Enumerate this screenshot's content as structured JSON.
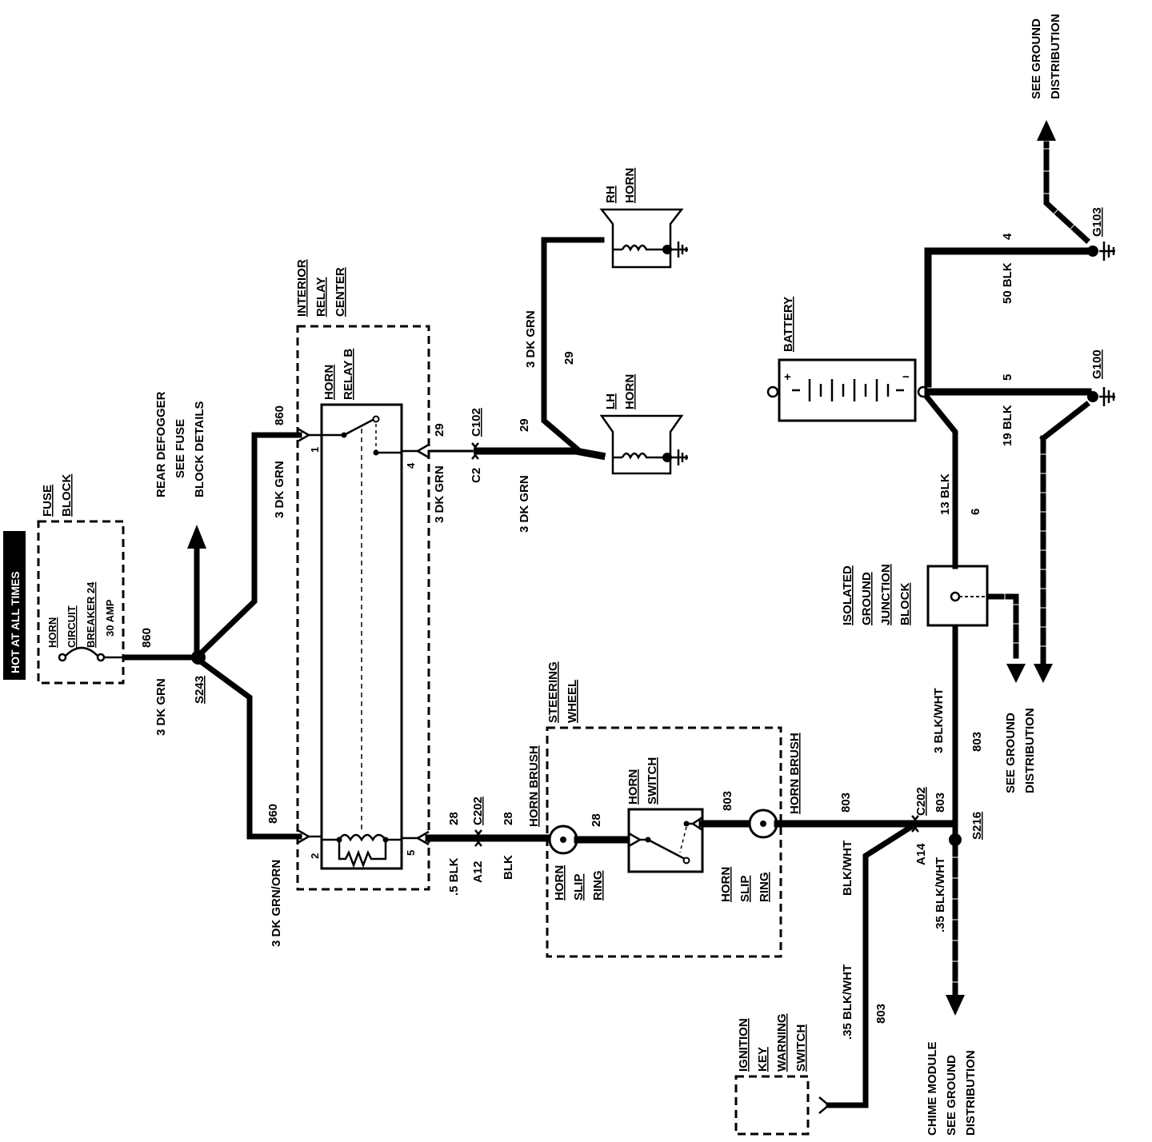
{
  "title": "HOT AT ALL TIMES",
  "fuse_block": {
    "label": [
      "FUSE",
      "BLOCK"
    ],
    "breaker": [
      "HORN",
      "CIRCUIT",
      "BREAKER 24"
    ],
    "rating": "30 AMP"
  },
  "rear_defogger": [
    "REAR DEFOGGER",
    "SEE FUSE",
    "BLOCK DETAILS"
  ],
  "splice_s243": "S243",
  "wires": {
    "w860_top": "860",
    "w860_fuse": "860",
    "w860_low": "860",
    "dkgrn_fuse": "3 DK GRN",
    "dkgrn_top": "3 DK GRN",
    "grnorn": "3 DK GRN/ORN",
    "pin4_wire": "3 DK GRN",
    "c2_wire": "3 DK GRN",
    "c102_29a": "29",
    "c102_29b": "29",
    "horn_feed": "3 DK GRN",
    "horn_feed_num": "29",
    "blk5": ".5 BLK",
    "blk": "BLK",
    "w28a": "28",
    "w28b": "28",
    "w28c": "28",
    "w803a": "803",
    "w803b": "803",
    "w803c": "803",
    "w803d": "803",
    "w803e": "803",
    "blkwht3": "3 BLK/WHT",
    "blkwht": "BLK/WHT",
    "blkwht35a": ".35 BLK/WHT",
    "blkwht35b": ".35 BLK/WHT",
    "blk13": "13 BLK",
    "w6": "6",
    "blk19": "19 BLK",
    "w5": "5",
    "blk50": "50 BLK",
    "w4": "4"
  },
  "relay_center": {
    "label": [
      "INTERIOR",
      "RELAY",
      "CENTER"
    ],
    "relay": [
      "HORN",
      "RELAY B"
    ],
    "pins": [
      "1",
      "2",
      "4",
      "5"
    ]
  },
  "connectors": {
    "c102": "C102",
    "c2": "C2",
    "c202a": "C202",
    "a12": "A12",
    "c202b": "C202",
    "a14": "A14"
  },
  "horns": {
    "rh": [
      "RH",
      "HORN"
    ],
    "lh": [
      "LH",
      "HORN"
    ]
  },
  "steering_wheel": {
    "label": [
      "STEERING",
      "WHEEL"
    ],
    "brush_left": "HORN BRUSH",
    "brush_right": "HORN BRUSH",
    "slip_left": [
      "HORN",
      "SLIP",
      "RING"
    ],
    "slip_right": [
      "HORN",
      "SLIP",
      "RING"
    ],
    "switch": [
      "HORN",
      "SWITCH"
    ]
  },
  "ignition": [
    "IGNITION",
    "KEY",
    "WARNING",
    "SWITCH"
  ],
  "splice_s216": "S216",
  "chime": [
    "CHIME MODULE",
    "SEE GROUND",
    "DISTRIBUTION"
  ],
  "ground_dist_mid": [
    "SEE GROUND",
    "DISTRIBUTION"
  ],
  "ground_dist_top": [
    "SEE GROUND",
    "DISTRIBUTION"
  ],
  "isolated_block": [
    "ISOLATED",
    "GROUND",
    "JUNCTION",
    "BLOCK"
  ],
  "battery": {
    "label": "BATTERY",
    "plus": "+",
    "minus": "−"
  },
  "grounds": {
    "g100": "G100",
    "g103": "G103"
  }
}
